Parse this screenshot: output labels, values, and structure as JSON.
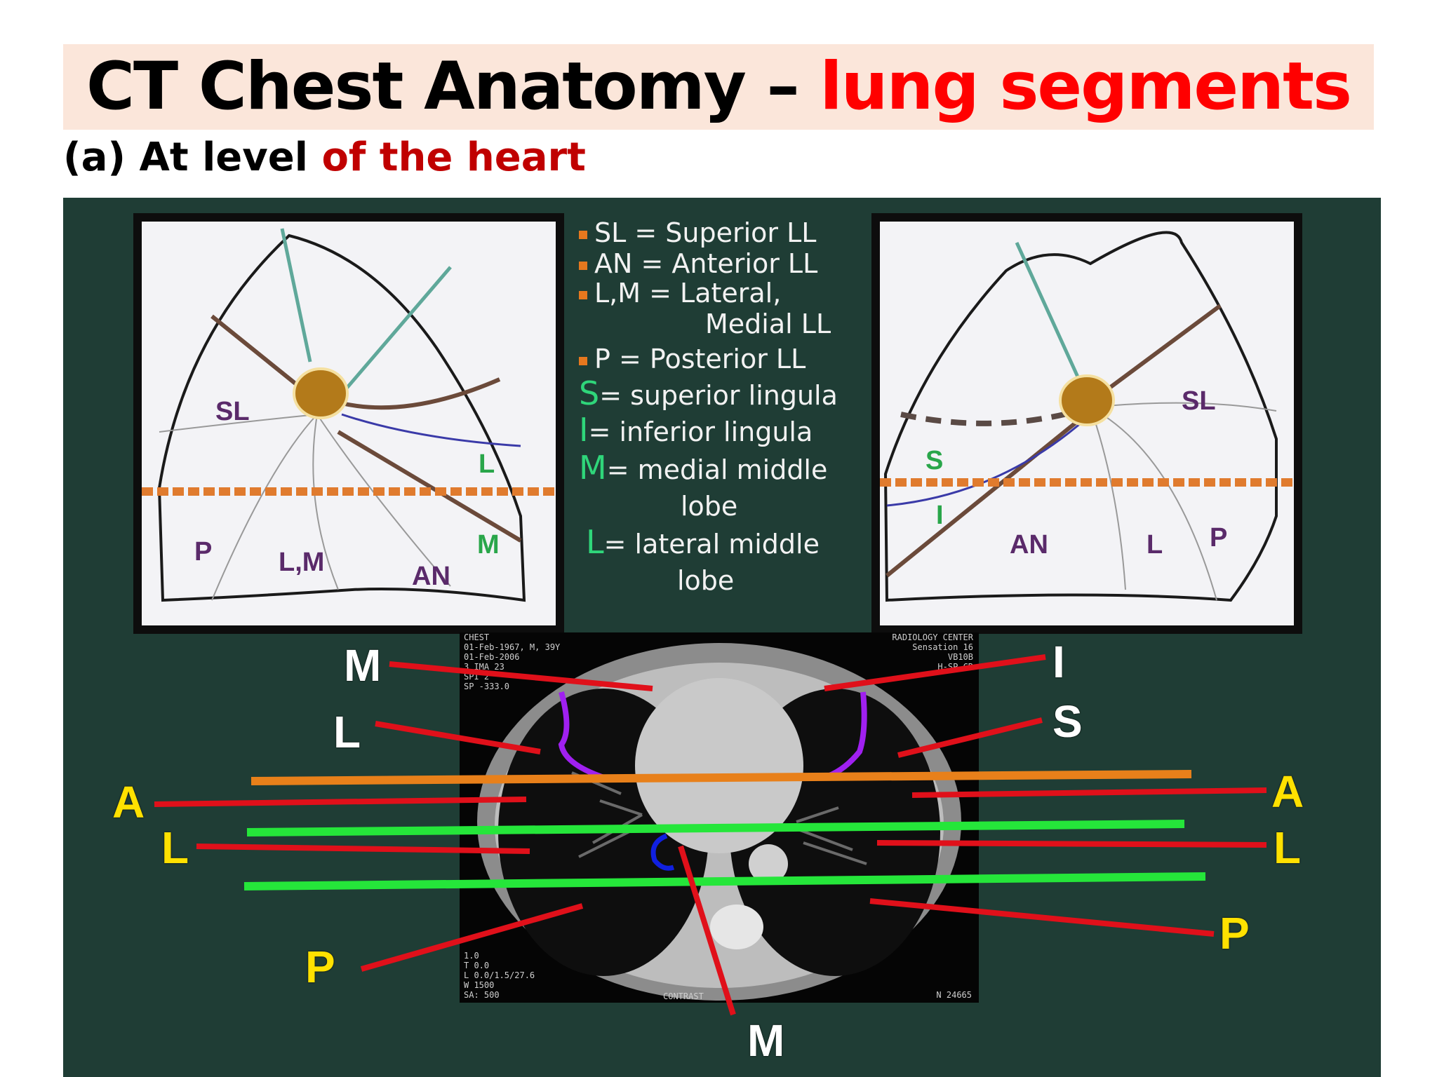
{
  "header": {
    "title_main": "CT Chest Anatomy – ",
    "title_accent": "lung segments",
    "subtitle_main": "(a) At level ",
    "subtitle_accent": "of the heart"
  },
  "colors": {
    "title_band": "#fbe6da",
    "accent_red": "#ff0000",
    "subtitle_red": "#c00000",
    "slide_bg": "#1f3d35",
    "fissure_brown": "#6b4a3a",
    "fissure_teal": "#5fa89a",
    "hilum_gold": "#b37a1a",
    "dash_orange": "#e07b2e",
    "line_red": "#e0101a",
    "line_green": "#25e63a",
    "line_orange": "#e8801a",
    "label_yellow": "#ffe100"
  },
  "legend": [
    {
      "bullet": true,
      "key": "",
      "text": "SL = Superior LL"
    },
    {
      "bullet": true,
      "key": "",
      "text": "AN = Anterior  LL"
    },
    {
      "bullet": true,
      "key": "",
      "text": "L,M = Lateral,"
    },
    {
      "bullet": false,
      "key": "",
      "text": "Medial LL"
    },
    {
      "bullet": true,
      "key": "",
      "text": "P = Posterior   LL"
    },
    {
      "bullet": false,
      "key": "S",
      "text": "= superior lingula"
    },
    {
      "bullet": false,
      "key": "I",
      "text": "= inferior lingula"
    },
    {
      "bullet": false,
      "key": "M",
      "text": "= medial middle"
    },
    {
      "bullet": false,
      "key": "",
      "text": "lobe"
    },
    {
      "bullet": false,
      "key": "L",
      "text": "= lateral middle"
    },
    {
      "bullet": false,
      "key": "",
      "text": "lobe"
    }
  ],
  "left_diagram": {
    "labels": [
      "SL",
      "L",
      "M",
      "P",
      "L,M",
      "AN"
    ]
  },
  "right_diagram": {
    "labels": [
      "SL",
      "S",
      "I",
      "AN",
      "L",
      "P"
    ]
  },
  "ct": {
    "topleft_text": [
      "CHEST",
      "01-Feb-1967, M, 39Y",
      "01-Feb-2006",
      "3 IMA 23",
      "SPI 2",
      "SP -333.0"
    ],
    "topright_text": [
      "RADIOLOGY CENTER",
      "Sensation 16",
      "VB10B",
      "H-SP-CR"
    ],
    "bottomleft_text": [
      "1.0",
      "T 0.0",
      "L 0.0/1.5/27.6",
      "W 1500",
      "SA: 500"
    ],
    "bottom_text": "CONTRAST",
    "bottomright_text": "N 24665"
  },
  "annotations": {
    "left": [
      "M",
      "L",
      "A",
      "L",
      "P"
    ],
    "right": [
      "I",
      "S",
      "A",
      "L",
      "P"
    ],
    "bottom": "M"
  }
}
